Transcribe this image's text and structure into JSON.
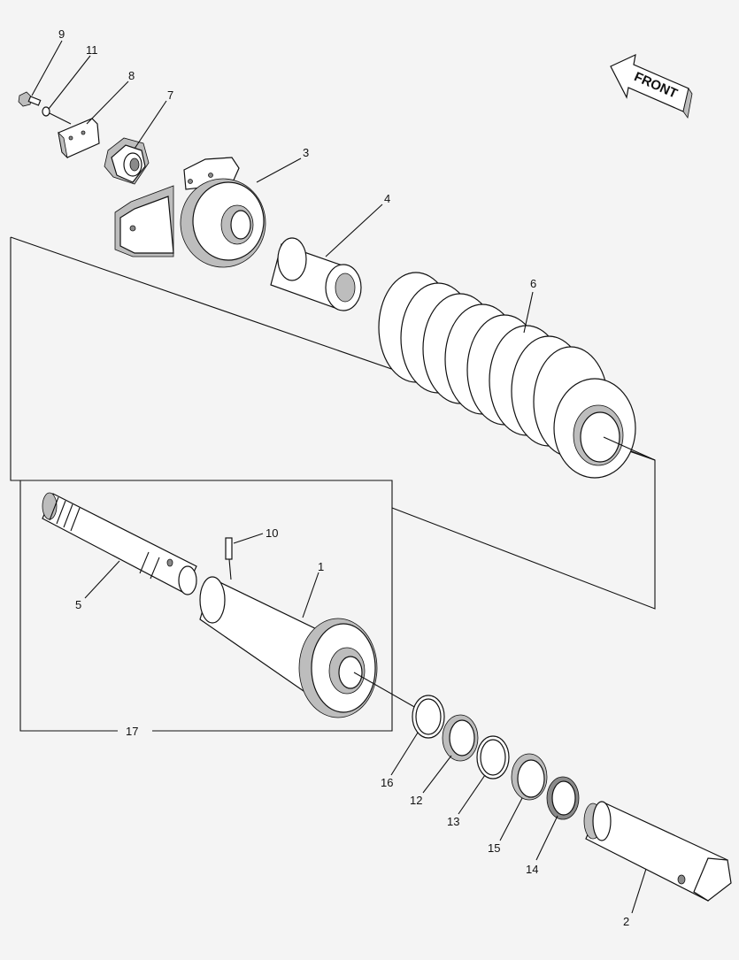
{
  "direction_label": "FRONT",
  "callouts": [
    {
      "id": "1",
      "label": "1"
    },
    {
      "id": "2",
      "label": "2"
    },
    {
      "id": "3",
      "label": "3"
    },
    {
      "id": "4",
      "label": "4"
    },
    {
      "id": "5",
      "label": "5"
    },
    {
      "id": "6",
      "label": "6"
    },
    {
      "id": "7",
      "label": "7"
    },
    {
      "id": "8",
      "label": "8"
    },
    {
      "id": "9",
      "label": "9"
    },
    {
      "id": "10",
      "label": "10"
    },
    {
      "id": "11",
      "label": "11"
    },
    {
      "id": "12",
      "label": "12"
    },
    {
      "id": "13",
      "label": "13"
    },
    {
      "id": "14",
      "label": "14"
    },
    {
      "id": "15",
      "label": "15"
    },
    {
      "id": "16",
      "label": "16"
    },
    {
      "id": "17",
      "label": "17"
    }
  ]
}
